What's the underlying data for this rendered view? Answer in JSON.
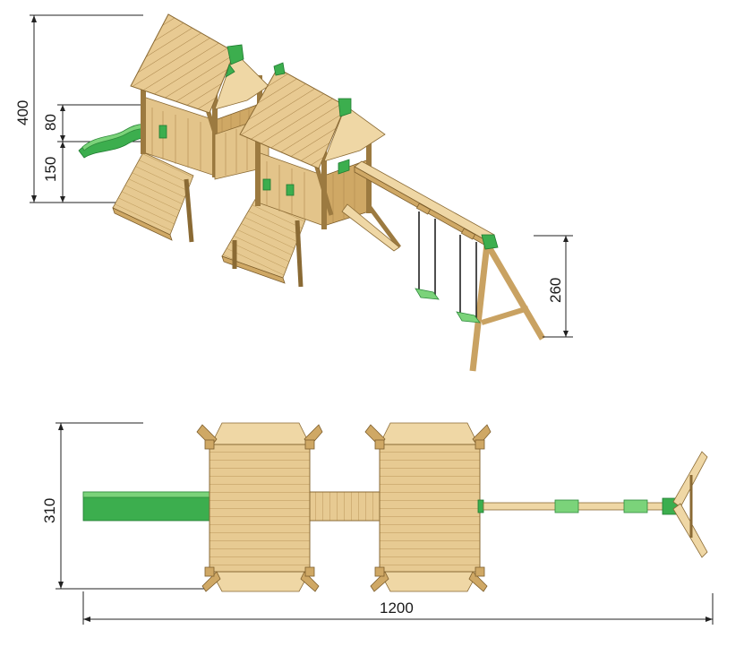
{
  "dimensions": {
    "total_height": "400",
    "upper_section": "80",
    "lower_section": "150",
    "swing_height": "260",
    "width": "310",
    "length": "1200"
  },
  "colors": {
    "wood": "#e3c48a",
    "wood_outline": "#8a6a34",
    "slide_green": "#3cae4e",
    "dimension_line": "#222222"
  }
}
